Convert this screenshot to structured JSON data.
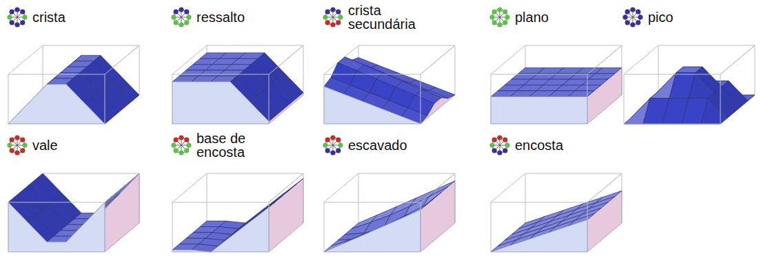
{
  "diagram": {
    "labels": [
      "crista",
      "ressalto",
      "crista secundária",
      "plano",
      "pico",
      "vale",
      "base de encosta",
      "escavado",
      "encosta"
    ]
  }
}
